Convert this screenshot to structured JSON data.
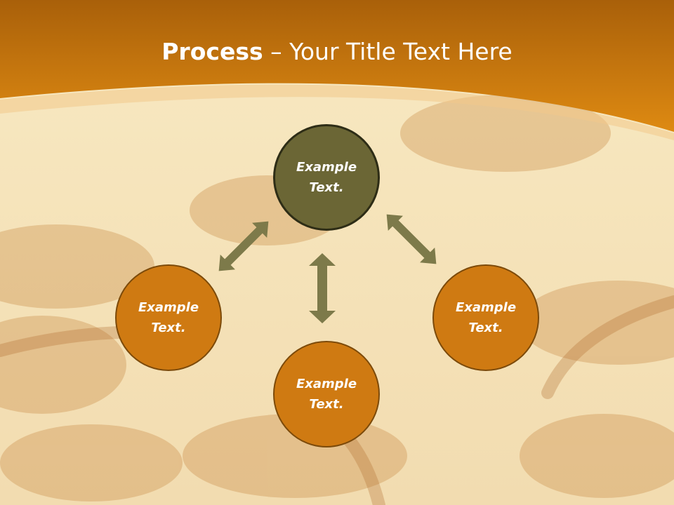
{
  "slide": {
    "title_bold": "Process",
    "title_rest": " – Your Title Text Here"
  },
  "nodes": {
    "center": "Example\nText.",
    "left": "Example\nText.",
    "right": "Example\nText.",
    "bottom": "Example\nText."
  },
  "colors": {
    "header": "#d9860f",
    "center_node": "#6b6635",
    "outer_node": "#cf7a12",
    "arrow": "#7d7a4a"
  }
}
